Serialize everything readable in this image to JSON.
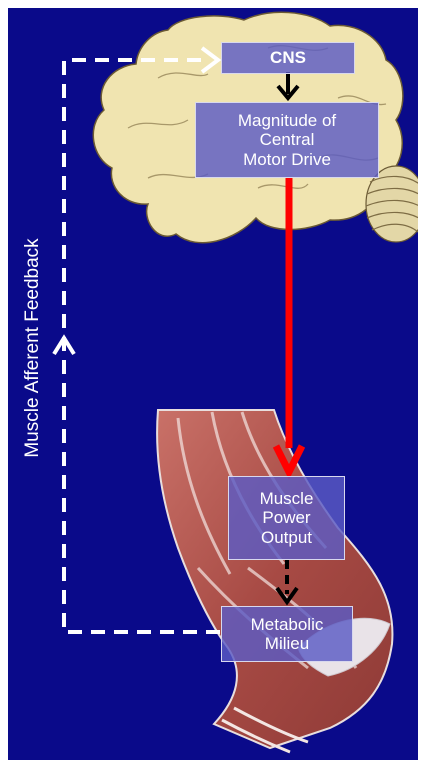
{
  "diagram": {
    "colors": {
      "background": "#0a0a8a",
      "box_fill": "#5c5cc4",
      "central_drive_arrow": "#ff0000",
      "feedback_line": "#ffffff",
      "flow_arrow": "#000000",
      "brain": "#f0e4b0",
      "muscle": "#b65a52"
    },
    "nodes": {
      "cns": "CNS",
      "drive": [
        "Magnitude of",
        "Central",
        "Motor Drive"
      ],
      "power": [
        "Muscle",
        "Power",
        "Output"
      ],
      "milieu": [
        "Metabolic",
        "Milieu"
      ]
    },
    "feedback_label": "Muscle Afferent Feedback",
    "images": [
      "brain-illustration",
      "leg-muscle-illustration"
    ]
  }
}
